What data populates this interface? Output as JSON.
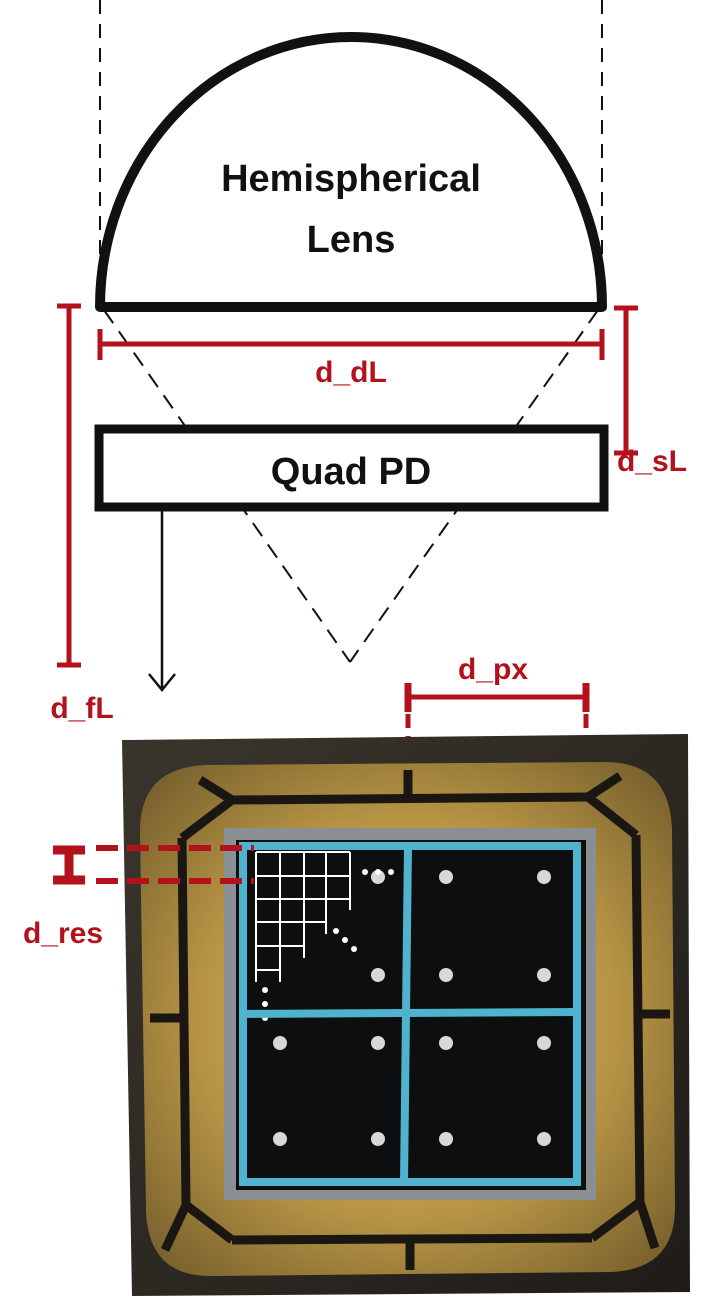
{
  "labels": {
    "lens_line1": "Hemispherical",
    "lens_line2": "Lens",
    "detector": "Quad PD",
    "d_dL": "d_dL",
    "d_sL": "d_sL",
    "d_fL": "d_fL",
    "d_px": "d_px",
    "d_res": "d_res"
  },
  "colors": {
    "dimension": "#b3121c",
    "quadrant_outline": "#4fb3cf",
    "outline": "#111111",
    "gold_pad": "#a8883a",
    "chip": "#0c0e10"
  }
}
